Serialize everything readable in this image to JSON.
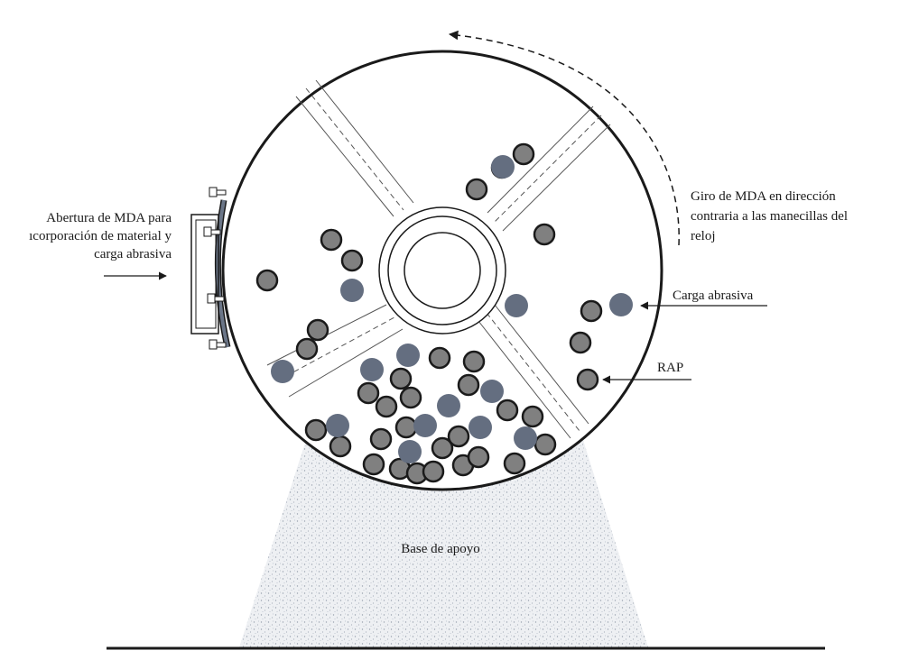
{
  "labels": {
    "opening_line1": "Abertura de MDA para",
    "opening_line2": "ıcorporación de material y",
    "opening_line3": "carga abrasiva",
    "rotation_line1": "Giro de MDA en dirección",
    "rotation_line2": "contraria a las manecillas del",
    "rotation_line3": "reloj",
    "abrasive": "Carga abrasiva",
    "rap": "RAP",
    "base": "Base de apoyo"
  },
  "colors": {
    "rap_fill": "#808080",
    "abrasive_fill": "#646e80",
    "outline": "#1a1a1a",
    "base_fill": "#e6e9ee"
  }
}
